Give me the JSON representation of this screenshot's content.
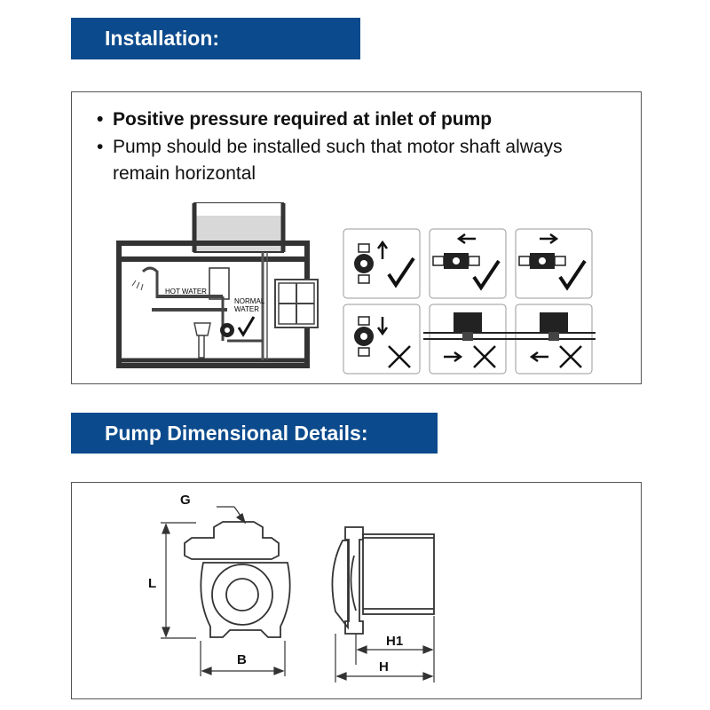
{
  "installation": {
    "heading": "Installation:",
    "bullets": [
      "Positive pressure required at inlet of pump",
      "Pump should be installed such that motor shaft always",
      "remain horizontal"
    ],
    "diagram": {
      "hot_water_label": "HOT WATER",
      "normal_water_label_1": "NORMAL",
      "normal_water_label_2": "WATER"
    },
    "orientation_tiles": [
      {
        "arrow": "up",
        "result": "correct"
      },
      {
        "arrow": "left",
        "result": "correct"
      },
      {
        "arrow": "right",
        "result": "correct"
      },
      {
        "arrow": "down",
        "result": "wrong"
      },
      {
        "arrow": "right",
        "result": "wrong"
      },
      {
        "arrow": "left",
        "result": "wrong"
      }
    ]
  },
  "dimensions": {
    "heading": "Pump Dimensional Details:",
    "labels": {
      "g": "G",
      "l": "L",
      "b": "B",
      "h1": "H1",
      "h": "H"
    }
  }
}
